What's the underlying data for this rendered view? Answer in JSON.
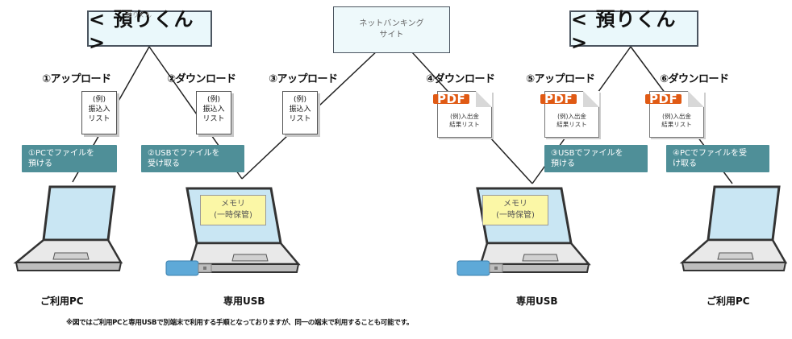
{
  "top_boxes": {
    "left": {
      "label": "< 預りくん >",
      "tiny": "預りくん"
    },
    "center": {
      "line1": "ネットバンキング",
      "line2": "サイト"
    },
    "right": {
      "label": "< 預りくん >"
    }
  },
  "steps": [
    "①アップロード",
    "②ダウンロード",
    "③アップロード",
    "④ダウンロード",
    "⑤アップロード",
    "⑥ダウンロード"
  ],
  "documents": {
    "doc1": {
      "line1": "(例)",
      "line2": "振込入",
      "line3": "リスト"
    },
    "doc2": {
      "line1": "(例)",
      "line2": "振込入",
      "line3": "リスト"
    },
    "doc3": {
      "line1": "(例)",
      "line2": "振込入",
      "line3": "リスト"
    }
  },
  "pdf_documents": {
    "label": "PDF",
    "line1": "(例)入出金",
    "line2": "結果リスト"
  },
  "teal_boxes": {
    "b1": {
      "line1": "①PCでファイルを",
      "line2": "預ける"
    },
    "b2": {
      "line1": "②USBでファイルを",
      "line2": "受け取る"
    },
    "b3": {
      "line1": "③USBでファイルを",
      "line2": "預ける"
    },
    "b4": {
      "line1": "④PCでファイルを受",
      "line2": "け取る"
    }
  },
  "memory": {
    "line1": "メモリ",
    "line2": "(一時保管)"
  },
  "captions": {
    "c1": "ご利用PC",
    "c2": "専用USB",
    "c3": "専用USB",
    "c4": "ご利用PC"
  },
  "footnote": "※図ではご利用PCと専用USBで別端末で利用する手順となっておりますが、同一の端末で利用することも可能です。",
  "colors": {
    "teal": "#4f8f98",
    "pdf_orange": "#e05a14",
    "memo_yellow": "#fbf7a6",
    "laptop_screen": "#c9e6f3",
    "box_fill": "#eaf8fb"
  }
}
